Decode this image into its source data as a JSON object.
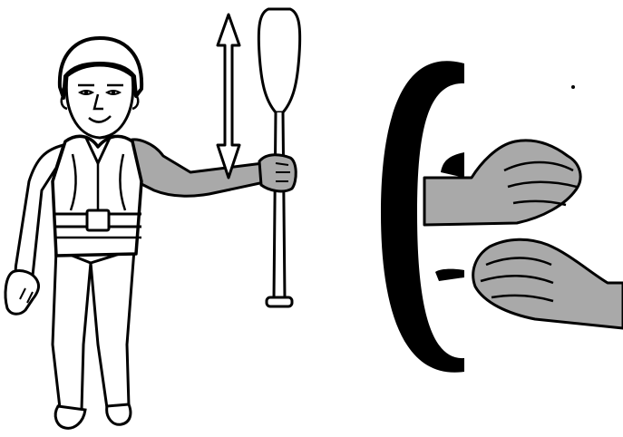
{
  "illustration": {
    "left_panel": {
      "figure": "person-wearing-helmet-and-life-vest",
      "prop": "paddle",
      "indicator": "double-headed-vertical-arrow",
      "highlighted_part": "right-arm"
    },
    "right_panel": {
      "figure": "two-hands",
      "indicator": "circular-rotation-arrow"
    },
    "colors": {
      "ink": "#000000",
      "highlight_gray": "#a9a9a9",
      "background": "#ffffff"
    }
  }
}
